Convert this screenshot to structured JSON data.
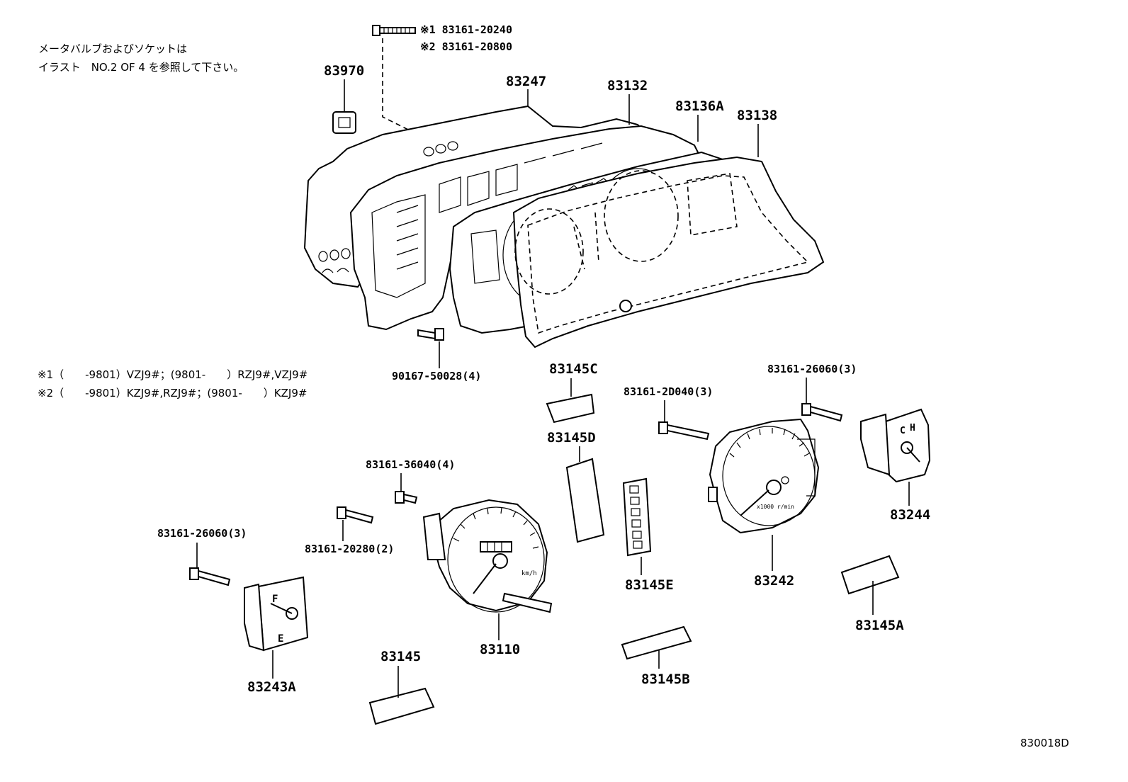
{
  "notes": {
    "line1": "メータバルブおよびソケットは",
    "line2": "イラスト　NO.2 OF 4 を参照して下さい。",
    "cond1": "※1（　　-9801）VZJ9#；(9801-　　）RZJ9#,VZJ9#",
    "cond2": "※2（　　-9801）KZJ9#,RZJ9#；(9801-　　）KZJ9#"
  },
  "screw_top": {
    "line1": "※1 83161-20240",
    "line2": "※2 83161-20800"
  },
  "parts": {
    "p83970": "83970",
    "p83247": "83247",
    "p83132": "83132",
    "p83136a": "83136A",
    "p83138": "83138",
    "p90167": "90167-50028(4)",
    "p83145c": "83145C",
    "p83145d": "83145D",
    "p83161_2d040": "83161-2D040(3)",
    "p83161_26060_r": "83161-26060(3)",
    "p83161_36040": "83161-36040(4)",
    "p83161_20280": "83161-20280(2)",
    "p83161_26060_l": "83161-26060(3)",
    "p83244": "83244",
    "p83145e": "83145E",
    "p83242": "83242",
    "p83110": "83110",
    "p83145a": "83145A",
    "p83145b": "83145B",
    "p83145": "83145",
    "p83243a": "83243A"
  },
  "gauge_marks": {
    "speedo_unit": "km/h",
    "tacho_unit": "x1000 r/min",
    "fuel_f": "F",
    "fuel_e": "E",
    "temp_h": "H",
    "temp_c": "C"
  },
  "figure_id": "830018D"
}
